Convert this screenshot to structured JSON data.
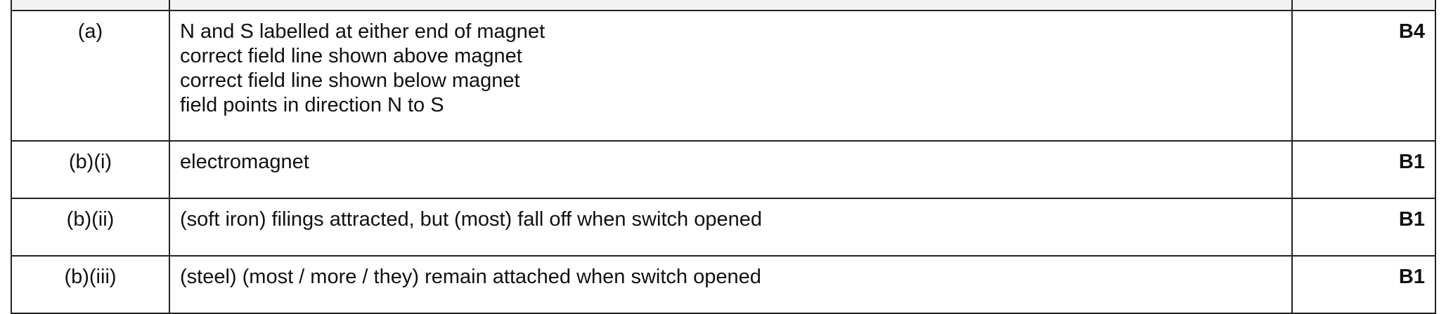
{
  "rows": [
    {
      "question": "(a)",
      "answer_lines": [
        "N and S labelled at either end of magnet",
        "correct field line shown above magnet",
        "correct field line shown below magnet",
        "field points in direction N to S"
      ],
      "marks": "B4"
    },
    {
      "question": "(b)(i)",
      "answer_lines": [
        "electromagnet"
      ],
      "marks": "B1"
    },
    {
      "question": "(b)(ii)",
      "answer_lines": [
        "(soft iron) filings attracted, but (most) fall off when switch opened"
      ],
      "marks": "B1"
    },
    {
      "question": "(b)(iii)",
      "answer_lines": [
        "(steel) (most / more / they) remain attached when switch opened"
      ],
      "marks": "B1"
    }
  ]
}
